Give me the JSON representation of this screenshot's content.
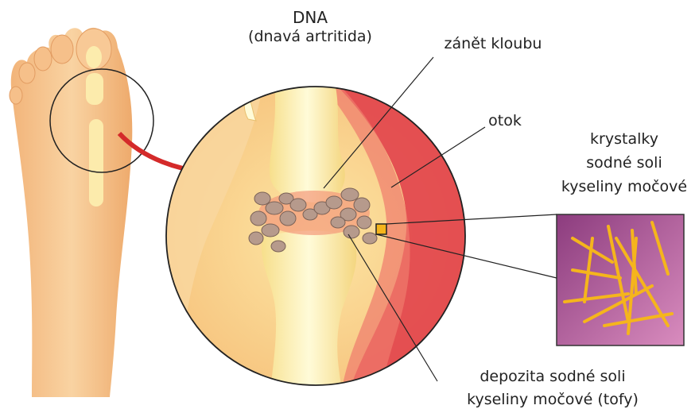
{
  "title": "DNA",
  "subtitle": "(dnavá artritida)",
  "labels": {
    "joint_inflammation": "zánět kloubu",
    "swelling": "otok",
    "crystals": [
      "krystalky",
      "sodné soli",
      "kyseliny močové"
    ],
    "deposits": [
      "depozita sodné soli",
      "kyseliny močové (tofy)"
    ]
  },
  "colors": {
    "skin": "#f6c48d",
    "bone": "#fdf0b0",
    "inflammation": "#e03a48",
    "crystal_bg": "#a64c8c",
    "crystal": "#f5b51c",
    "tophi": "#b69a8c",
    "arrow": "#d42a2a"
  }
}
